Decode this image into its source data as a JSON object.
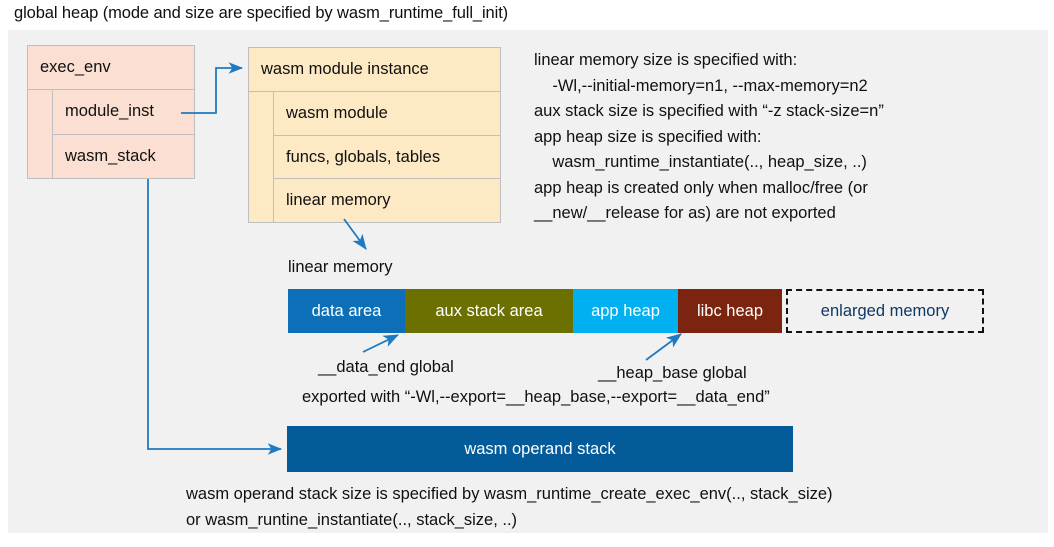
{
  "title": "global heap (mode and size are specified by wasm_runtime_full_init)",
  "colors": {
    "backdrop": "#f1f1f1",
    "exec_env_fill": "#fbdfd2",
    "module_instance_fill": "#fdeac4",
    "box_border": "#bfbfbf",
    "arrow": "#1f7ac0",
    "data_area": "#0d6fb8",
    "aux_stack_area": "#6b7000",
    "app_heap": "#00b0f0",
    "libc_heap": "#7b2410",
    "enlarged_memory_text": "#0f3763",
    "operand_stack": "#035b99",
    "text": "#101010"
  },
  "exec_env": {
    "header": "exec_env",
    "rows": [
      {
        "label": "module_inst"
      },
      {
        "label": "wasm_stack"
      }
    ]
  },
  "module_instance": {
    "header": "wasm module instance",
    "rows": [
      {
        "label": "wasm module"
      },
      {
        "label": "funcs, globals, tables"
      },
      {
        "label": "linear memory"
      }
    ]
  },
  "notes": "linear memory size is specified with:\n    -Wl,--initial-memory=n1, --max-memory=n2\naux stack size is specified with “-z stack-size=n”\napp heap size is specified with:\n    wasm_runtime_instantiate(.., heap_size, ..)\napp heap is created only when malloc/free (or\n__new/__release for as) are not exported",
  "linear_memory": {
    "caption": "linear memory",
    "segments": [
      {
        "label": "data area",
        "color": "#0d6fb8",
        "width": 117,
        "text_color": "#ffffff",
        "style": "solid"
      },
      {
        "label": "aux stack area",
        "color": "#6b7000",
        "width": 168,
        "text_color": "#ffffff",
        "style": "solid"
      },
      {
        "label": "app heap",
        "color": "#00b0f0",
        "width": 105,
        "text_color": "#ffffff",
        "style": "solid"
      },
      {
        "label": "libc heap",
        "color": "#7b2410",
        "width": 104,
        "text_color": "#ffffff",
        "style": "solid"
      },
      {
        "label": "enlarged memory",
        "color": "#f1f1f1",
        "width": 198,
        "text_color": "#0f3763",
        "style": "dashed"
      }
    ]
  },
  "annotations": {
    "data_end": "__data_end global",
    "heap_base": "__heap_base global",
    "export_line": "exported with “-Wl,--export=__heap_base,--export=__data_end”"
  },
  "operand_stack": {
    "label": "wasm operand stack",
    "note": "wasm operand stack size is specified by wasm_runtime_create_exec_env(.., stack_size)\nor wasm_runtine_instantiate(.., stack_size, ..)"
  }
}
